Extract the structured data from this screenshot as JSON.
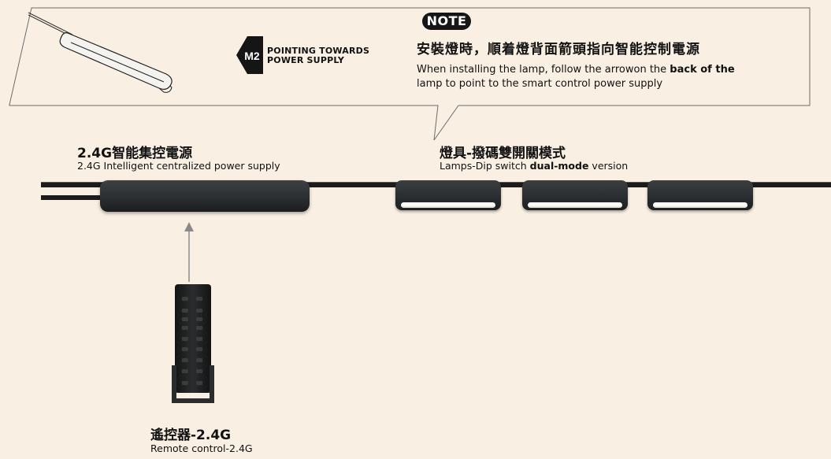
{
  "note": {
    "badge": "NOTE",
    "text_zh": "安裝燈時，順着燈背面箭頭指向智能控制電源",
    "text_en_before": "When installing the lamp, follow the arrowon the ",
    "text_en_bold": "back of the",
    "text_en_after": "lamp to point to the smart control power supply"
  },
  "m2": {
    "badge": "M2",
    "line1": "POINTING TOWARDS",
    "line2": "POWER SUPPLY"
  },
  "power_supply": {
    "title_zh": "2.4G智能集控電源",
    "title_en": "2.4G Intelligent centralized power supply"
  },
  "lamps": {
    "title_zh": "燈具-撥碼雙開關模式",
    "title_en_before": "Lamps-Dip switch ",
    "title_en_bold": "dual-mode",
    "title_en_after": " version"
  },
  "remote": {
    "title_zh": "遙控器-2.4G",
    "title_en": "Remote control-2.4G"
  },
  "colors": {
    "background": "#f9f0e3",
    "device": "#2a2d2f",
    "track": "#1c1c1c",
    "lens": "#fbfbf4",
    "arrow": "#8a8a8a"
  }
}
